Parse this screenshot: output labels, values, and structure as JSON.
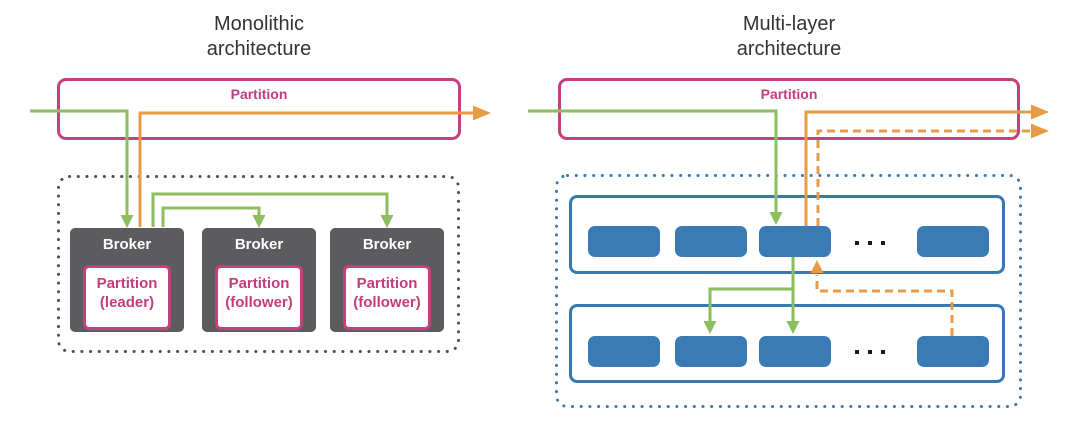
{
  "colors": {
    "pink": "#C2417E",
    "pink_text": "#C33C7E",
    "green": "#8CBE5F",
    "orange": "#E89B45",
    "broker_gray": "#5C5B5E",
    "broker_text": "#FFFFFF",
    "dotted_gray": "#49505A",
    "blue": "#3879B4",
    "node_blue": "#3A7BB6",
    "title_text": "#333333"
  },
  "left": {
    "title": "Monolithic\narchitecture",
    "partition_box": {
      "label": "Partition"
    },
    "brokers": [
      {
        "name": "Broker",
        "partition": "Partition\n(leader)"
      },
      {
        "name": "Broker",
        "partition": "Partition\n(follower)"
      },
      {
        "name": "Broker",
        "partition": "Partition\n(follower)"
      }
    ]
  },
  "right": {
    "title": "Multi-layer\narchitecture",
    "partition_box": {
      "label": "Partition"
    },
    "ellipsis": "..."
  }
}
